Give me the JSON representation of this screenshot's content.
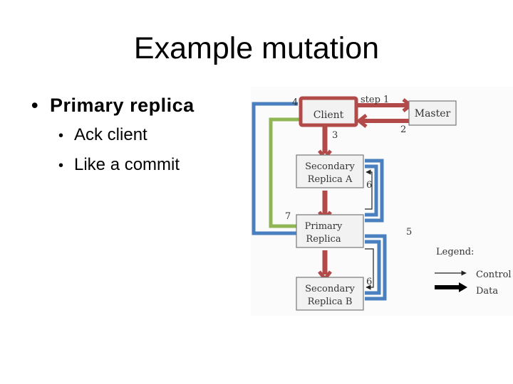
{
  "slide": {
    "title": "Example mutation",
    "bullets": [
      {
        "text": "Primary replica",
        "sub": [
          "Ack client",
          "Like a commit"
        ]
      }
    ]
  },
  "diagram": {
    "nodes": {
      "client": "Client",
      "master": "Master",
      "secondary_a": [
        "Secondary",
        "Replica A"
      ],
      "primary": [
        "Primary",
        "Replica"
      ],
      "secondary_b": [
        "Secondary",
        "Replica B"
      ]
    },
    "steps": {
      "step1": "step 1",
      "n2": "2",
      "n3": "3",
      "n4": "4",
      "n5": "5",
      "n6a": "6",
      "n6b": "6",
      "n7": "7"
    },
    "legend": {
      "title": "Legend:",
      "control": "Control",
      "data": "Data"
    },
    "colors": {
      "highlight_red": "#b24a4a",
      "highlight_blue": "#4a7fc0",
      "highlight_green": "#8fb555",
      "box_fill": "#f2f2f2",
      "box_border": "#777777"
    }
  }
}
